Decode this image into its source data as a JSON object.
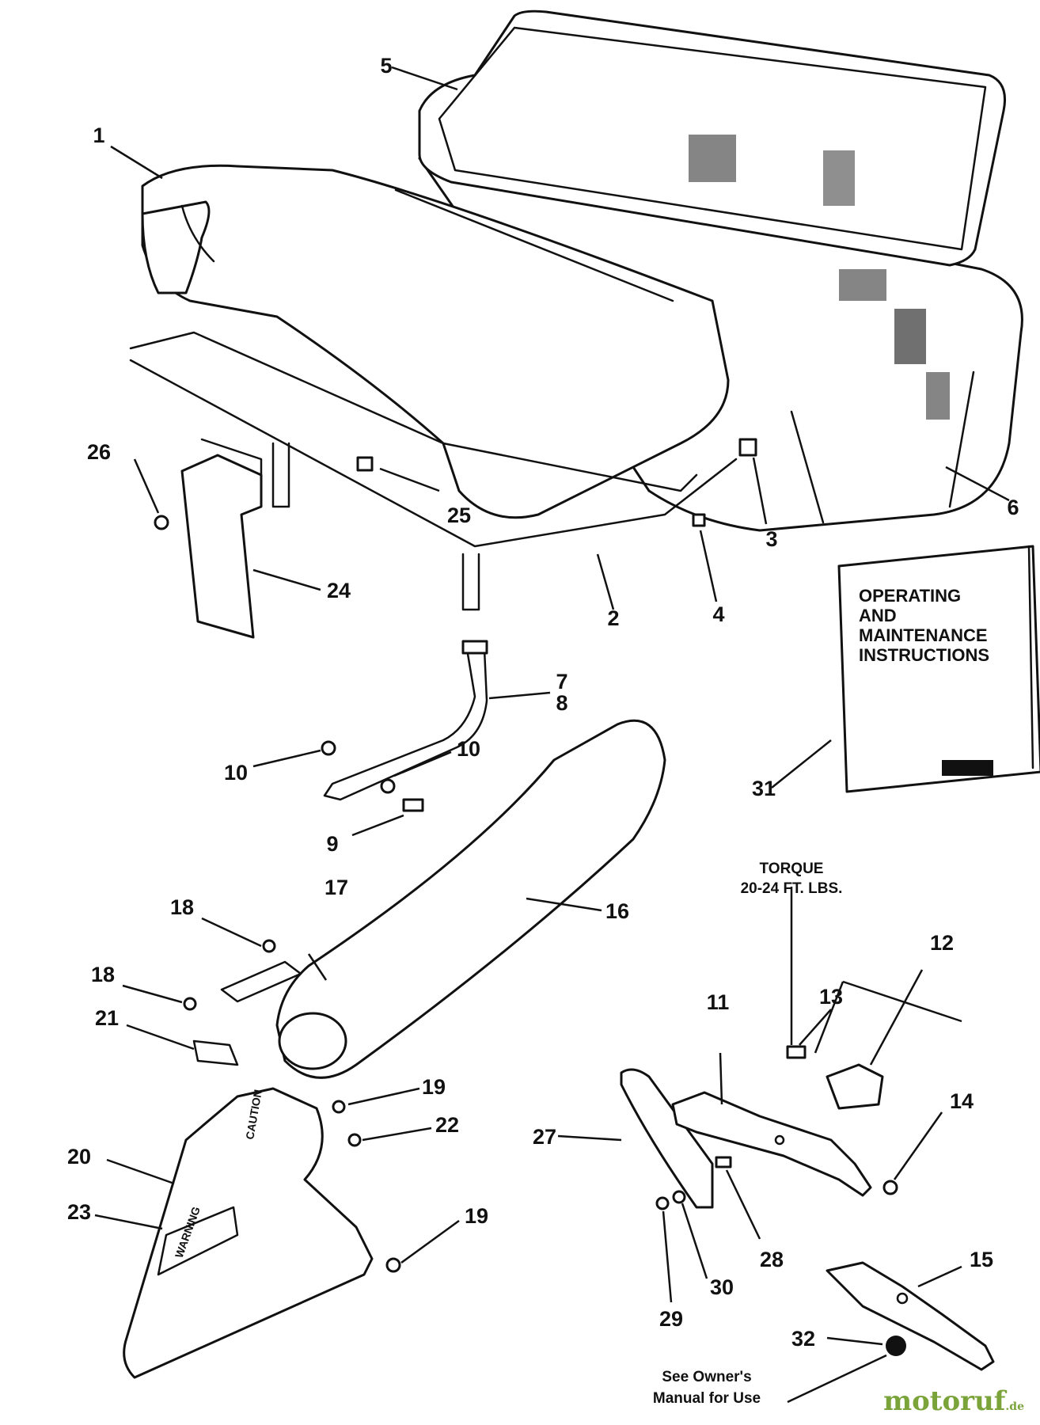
{
  "callouts": {
    "c1": "1",
    "c2": "2",
    "c3": "3",
    "c4": "4",
    "c5": "5",
    "c6": "6",
    "c7": "7",
    "c8": "8",
    "c9": "9",
    "c10a": "10",
    "c10b": "10",
    "c11": "11",
    "c12": "12",
    "c13": "13",
    "c14": "14",
    "c15": "15",
    "c16": "16",
    "c17": "17",
    "c18a": "18",
    "c18b": "18",
    "c19a": "19",
    "c19b": "19",
    "c20": "20",
    "c21": "21",
    "c22": "22",
    "c23": "23",
    "c24": "24",
    "c25": "25",
    "c26": "26",
    "c27": "27",
    "c28": "28",
    "c29": "29",
    "c30": "30",
    "c31": "31",
    "c32": "32"
  },
  "manual": {
    "line1": "OPERATING",
    "line2": "AND",
    "line3": "MAINTENANCE",
    "line4": "INSTRUCTIONS"
  },
  "torque_note": {
    "line1": "TORQUE",
    "line2": "20-24 FT. LBS."
  },
  "owner_note": {
    "line1": "See Owner's",
    "line2": "Manual for Use"
  },
  "decals": {
    "caution": "CAUTION",
    "warning": "WARNING"
  },
  "watermark": {
    "brand": "motoruf",
    "tld": ".de"
  }
}
